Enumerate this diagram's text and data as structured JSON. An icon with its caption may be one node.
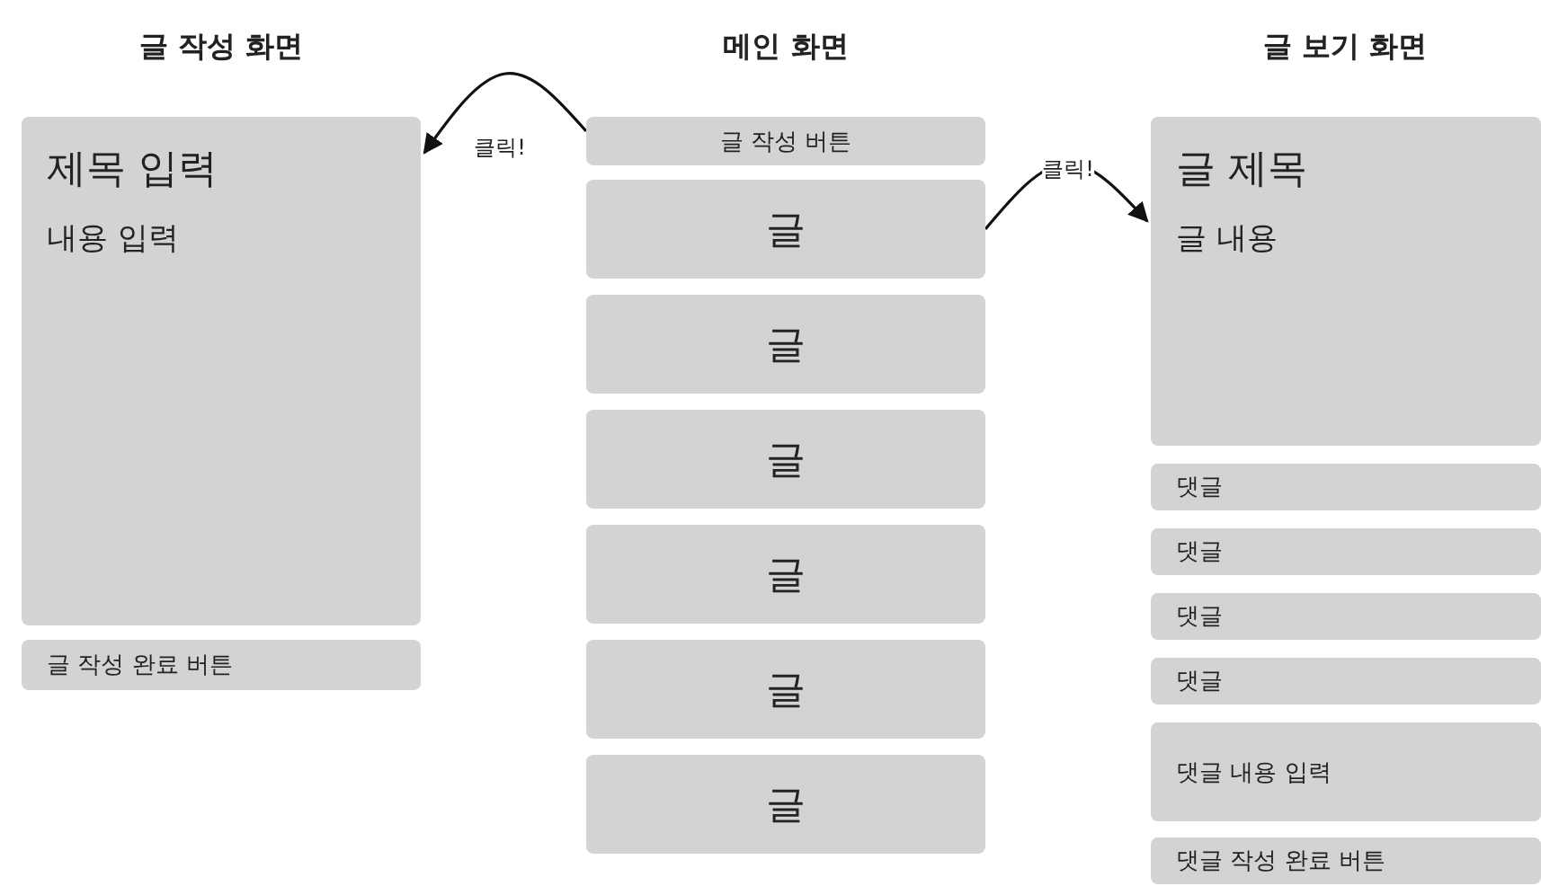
{
  "diagram": {
    "nodes": [
      {
        "text": [
          "제목 입력",
          "내용 입력"
        ]
      },
      {
        "text": [
          "글 작성 완료 버튼"
        ]
      },
      {
        "text": [
          "글 작성 버튼"
        ]
      },
      {
        "text": [
          "글"
        ]
      },
      {
        "text": [
          "글"
        ]
      },
      {
        "text": [
          "글"
        ]
      },
      {
        "text": [
          "글"
        ]
      },
      {
        "text": [
          "글"
        ]
      },
      {
        "text": [
          "글"
        ]
      },
      {
        "text": [
          "글 제목",
          "글 내용"
        ]
      },
      {
        "text": [
          "댓글"
        ]
      },
      {
        "text": [
          "댓글"
        ]
      },
      {
        "text": [
          "댓글"
        ]
      },
      {
        "text": [
          "댓글"
        ]
      },
      {
        "text": [
          "댓글 내용 입력"
        ]
      },
      {
        "text": [
          "댓글 작성 완료 버튼"
        ]
      }
    ],
    "edges": [
      {
        "from": 2,
        "to": 0,
        "arrow": "to",
        "label": "클릭!"
      },
      {
        "from": 3,
        "to": 9,
        "arrow": "to",
        "label": "클릭!"
      }
    ],
    "labels": [
      "글 작성 화면",
      "메인 화면",
      "글 보기 화면"
    ]
  }
}
